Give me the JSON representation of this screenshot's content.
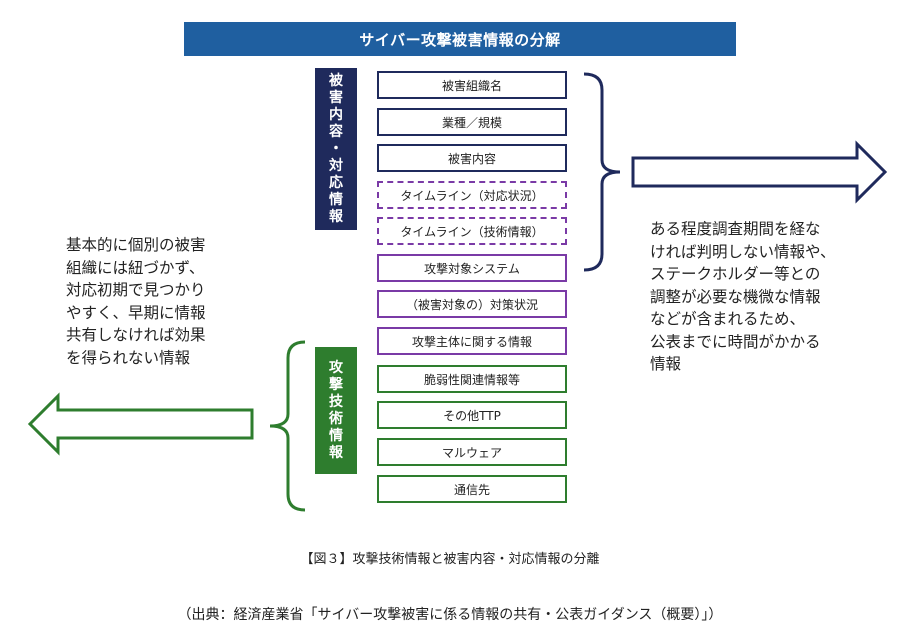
{
  "title": "サイバー攻撃被害情報の分解",
  "labels": {
    "damage": [
      "被",
      "害",
      "内",
      "容",
      "・",
      "対",
      "応",
      "情",
      "報"
    ],
    "attack": [
      "攻",
      "撃",
      "技",
      "術",
      "情",
      "報"
    ]
  },
  "boxes": [
    {
      "text": "被害組織名",
      "style": "navy"
    },
    {
      "text": "業種／規模",
      "style": "navy"
    },
    {
      "text": "被害内容",
      "style": "navy"
    },
    {
      "text": "タイムライン（対応状況）",
      "style": "purple-dash"
    },
    {
      "text": "タイムライン（技術情報）",
      "style": "purple-dash"
    },
    {
      "text": "攻撃対象システム",
      "style": "purple"
    },
    {
      "text": "（被害対象の）対策状況",
      "style": "purple"
    },
    {
      "text": "攻撃主体に関する情報",
      "style": "purple"
    },
    {
      "text": "脆弱性関連情報等",
      "style": "green"
    },
    {
      "text": "その他TTP",
      "style": "green"
    },
    {
      "text": "マルウェア",
      "style": "green"
    },
    {
      "text": "通信先",
      "style": "green"
    }
  ],
  "left_note": "基本的に個別の被害\n組織には紐づかず、\n対応初期で見つかり\nやすく、早期に情報\n共有しなければ効果\nを得られない情報",
  "right_note": "ある程度調査期間を経な\nければ判明しない情報や、\nステークホルダー等との\n調整が必要な機微な情報\nなどが含まれるため、\n公表までに時間がかかる\n情報",
  "figure_caption": "【図３】攻撃技術情報と被害内容・対応情報の分離",
  "source": "（出典：経済産業省「サイバー攻撃被害に係る情報の共有・公表ガイダンス（概要）」）",
  "colors": {
    "title_bg": "#1f5fa0",
    "navy": "#1f2a5c",
    "purple": "#7a3aa6",
    "green": "#2e7d2e"
  }
}
